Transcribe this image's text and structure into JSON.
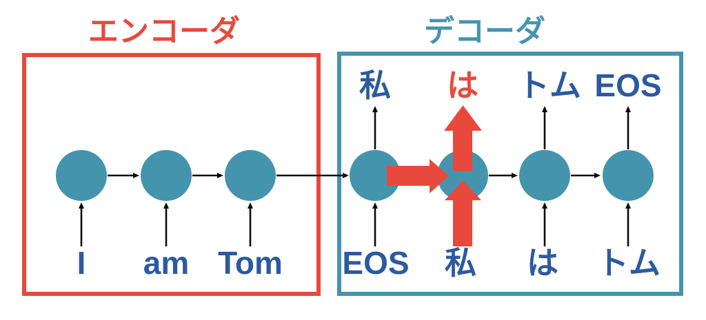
{
  "figure": {
    "type": "seq2seq-encoder-decoder-diagram"
  },
  "colors": {
    "red": "#E8493C",
    "teal": "#4594AF",
    "node_fill": "#4594AE",
    "text_blue": "#2C5AA0",
    "arrow_black": "#0A0A0A",
    "background": "#FFFFFF"
  },
  "encoder": {
    "title": "エンコーダ",
    "inputs": [
      "I",
      "am",
      "Tom"
    ]
  },
  "decoder": {
    "title": "デコーダ",
    "inputs": [
      "EOS",
      "私",
      "は",
      "トム"
    ],
    "outputs": [
      "私",
      "は",
      "トム",
      "EOS"
    ],
    "highlighted_output": "は",
    "highlighted_input": "私"
  }
}
